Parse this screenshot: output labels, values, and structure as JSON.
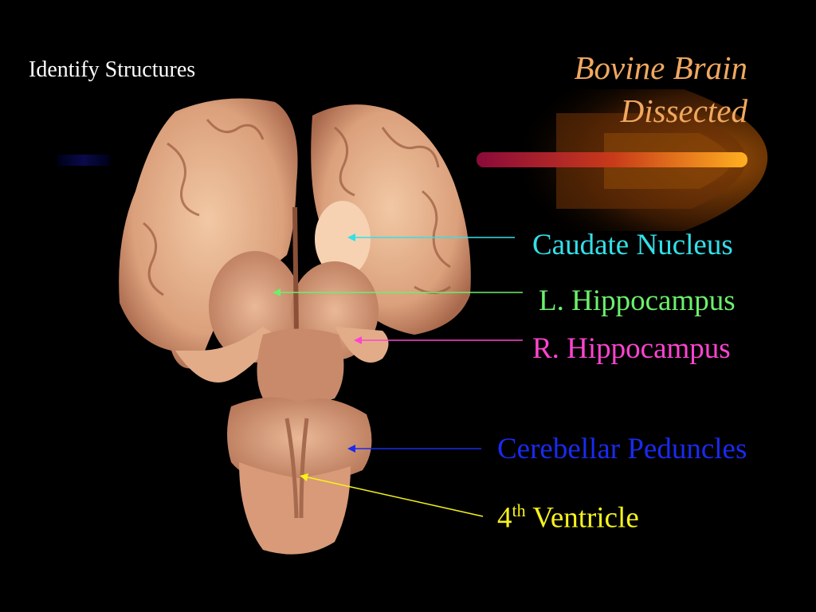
{
  "slide": {
    "corner_text": "Identify Structures",
    "title_line1": "Bovine Brain",
    "title_line2": "Dissected",
    "title_color": "#f0a860"
  },
  "labels": [
    {
      "id": "caudate",
      "text": "Caudate Nucleus",
      "color": "#33e0e8"
    },
    {
      "id": "l-hippo",
      "text": "L. Hippocampus",
      "color": "#6cf06c"
    },
    {
      "id": "r-hippo",
      "text": "R. Hippocampus",
      "color": "#ff44d0"
    },
    {
      "id": "peduncles",
      "text": "Cerebellar Peduncles",
      "color": "#1a2af0"
    },
    {
      "id": "ventricle",
      "number": "4",
      "superscript": "th",
      "text": " Ventricle",
      "color": "#f6f21c"
    }
  ],
  "image": {
    "subject": "dissected-bovine-brain-photo"
  }
}
